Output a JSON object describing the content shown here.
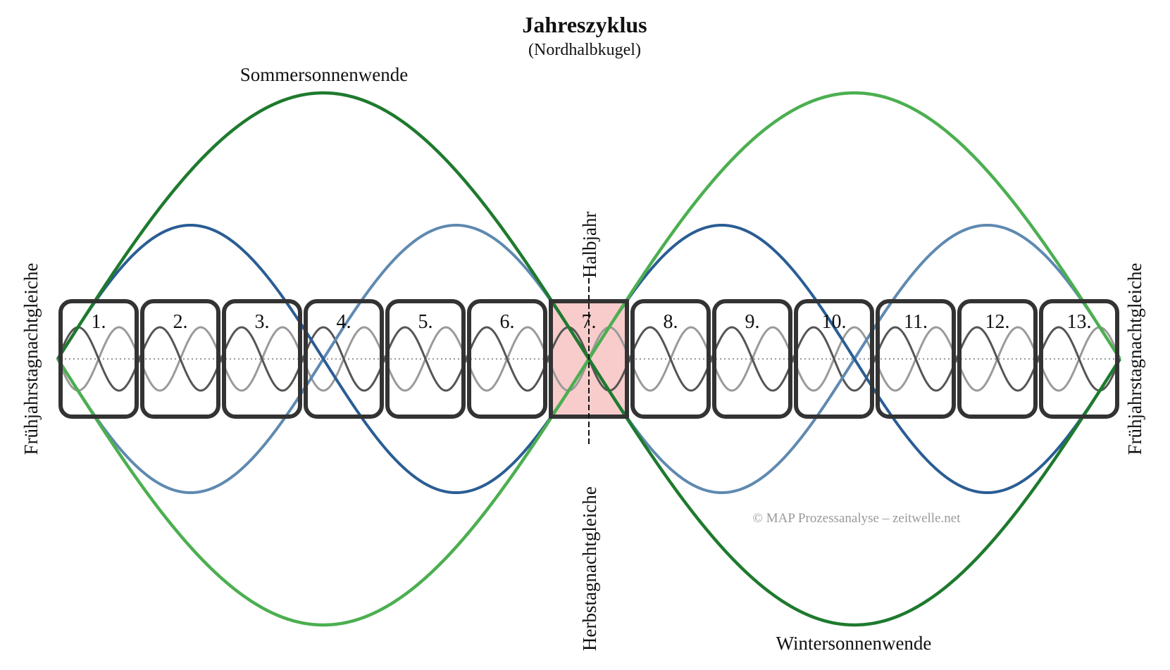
{
  "title": "Jahreszyklus",
  "subtitle": "(Nordhalbkugel)",
  "labels": {
    "summer": "Sommersonnenwende",
    "winter": "Wintersonnenwende",
    "spring_left": "Frühjahrstagnachtgleiche",
    "spring_right": "Frühjahrstagnachtgleiche",
    "autumn": "Herbstagnachtgleiche",
    "half_year": "Halbjahr"
  },
  "copyright": "© MAP Prozessanalyse – zeitwelle.net",
  "periods": [
    "1.",
    "2.",
    "3.",
    "4.",
    "5.",
    "6.",
    "7.",
    "8.",
    "9.",
    "10.",
    "11.",
    "12.",
    "13."
  ],
  "highlighted_period": "7.",
  "colors": {
    "green_dark": "#1e7a2e",
    "green_light": "#4caf50",
    "blue_dark": "#2a5d94",
    "blue_light": "#5f89b0",
    "gray_dark": "#555555",
    "gray_light": "#9a9a9a",
    "box_border": "#333333",
    "highlight_fill": "#f9cccc"
  }
}
